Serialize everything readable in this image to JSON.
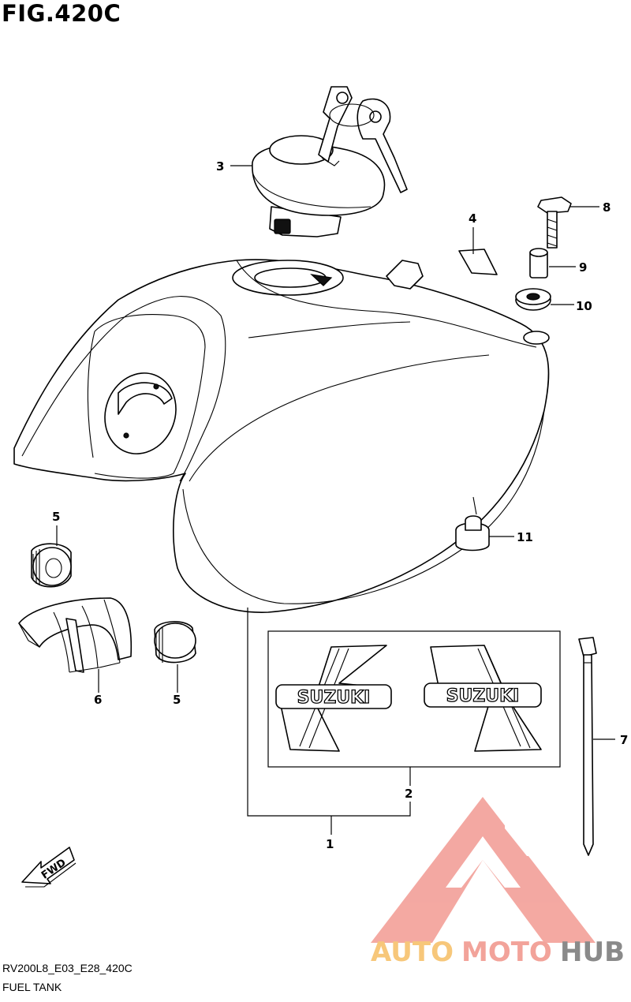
{
  "figure": {
    "title": "FIG.420C"
  },
  "footer": {
    "code": "RV200L8_E03_E28_420C",
    "name": "FUEL TANK"
  },
  "callouts": [
    {
      "id": "1",
      "label": "1"
    },
    {
      "id": "2",
      "label": "2"
    },
    {
      "id": "3",
      "label": "3"
    },
    {
      "id": "4",
      "label": "4"
    },
    {
      "id": "5a",
      "label": "5"
    },
    {
      "id": "5b",
      "label": "5"
    },
    {
      "id": "6",
      "label": "6"
    },
    {
      "id": "7",
      "label": "7"
    },
    {
      "id": "8",
      "label": "8"
    },
    {
      "id": "9",
      "label": "9"
    },
    {
      "id": "10",
      "label": "10"
    },
    {
      "id": "11",
      "label": "11"
    }
  ],
  "emblem": {
    "brand_text": "SUZUKI"
  },
  "direction_arrow": {
    "text": "FWD"
  },
  "watermark": {
    "part1": "AUTO",
    "part2": "MOTO",
    "part3": "HUB",
    "color_auto": "#f7c77a",
    "color_moto": "#f2a39a",
    "color_hub": "#8a8a8a",
    "logo_color": "#f29a92"
  }
}
